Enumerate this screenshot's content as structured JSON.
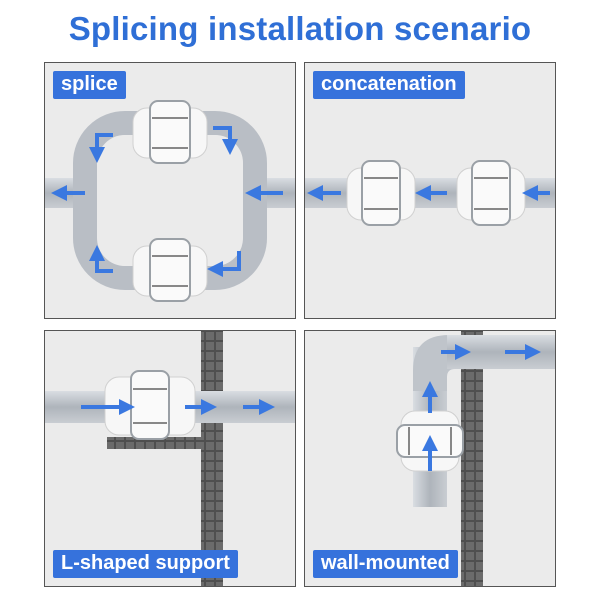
{
  "title": "Splicing installation scenario",
  "panels": [
    {
      "label": "splice"
    },
    {
      "label": "concatenation"
    },
    {
      "label": "L-shaped support"
    },
    {
      "label": "wall-mounted"
    }
  ],
  "colors": {
    "title": "#2f6fd6",
    "label_bg": "#3672dc",
    "arrow": "#3a78e0",
    "pipe": "#b8bdc4",
    "panel_bg": "#ebebeb",
    "wall": "#5a5a5a"
  }
}
